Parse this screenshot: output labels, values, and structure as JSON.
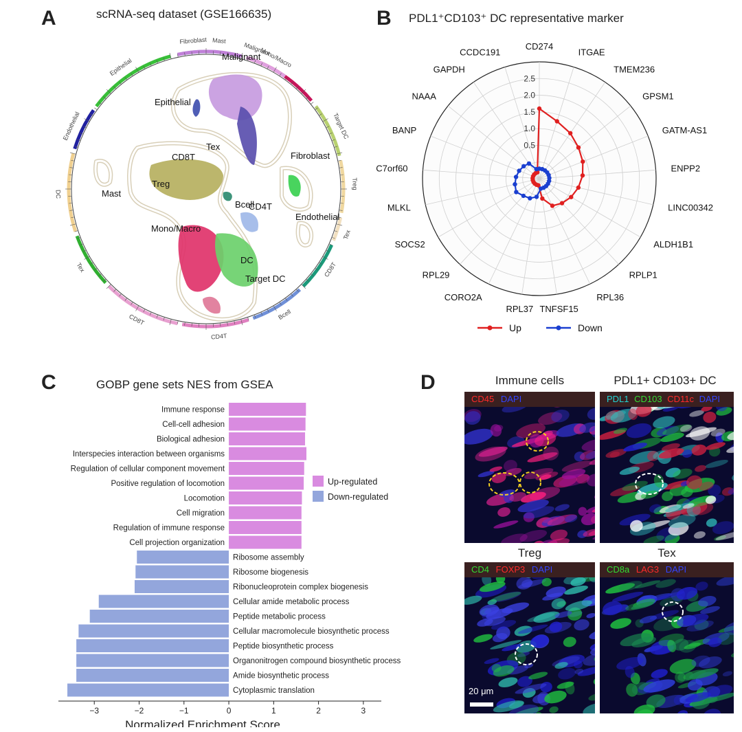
{
  "panels": {
    "a": "A",
    "b": "B",
    "c": "C",
    "d": "D"
  },
  "panel_a": {
    "title": "scRNA-seq dataset (GSE166635)",
    "ring_labels": [
      "Mast",
      "Mono/Macro",
      "Target DC",
      "Treg",
      "Tex",
      "CD8T",
      "Bcell",
      "CD4T",
      "CD8T",
      "Tex",
      "DC",
      "Endothelial",
      "Epithelial",
      "Fibroblast",
      "Malignant"
    ],
    "cluster_labels": [
      "Malignant",
      "Epithelial",
      "CD8T",
      "Tex",
      "Treg",
      "Mast",
      "Fibroblast",
      "Bcell",
      "CD4T",
      "Endothelial",
      "Mono/Macro",
      "DC",
      "Target DC"
    ]
  },
  "panel_b": {
    "title": "PDL1⁺CD103⁺ DC representative marker"
  },
  "panel_c": {
    "title": "GOBP gene sets NES from GSEA"
  },
  "panel_d": {
    "col_titles": [
      "Immune cells",
      "PDL1+ CD103+ DC"
    ],
    "row2_titles": [
      "Treg",
      "Tex"
    ],
    "bar1": [
      {
        "t": "CD45",
        "c": "#ff2a2a"
      },
      {
        "t": "DAPI",
        "c": "#3344ff"
      }
    ],
    "bar2": [
      {
        "t": "PDL1",
        "c": "#22d4d4"
      },
      {
        "t": "CD103",
        "c": "#33dd33"
      },
      {
        "t": "CD11c",
        "c": "#ff2a2a"
      },
      {
        "t": "DAPI",
        "c": "#3344ff"
      }
    ],
    "bar3": [
      {
        "t": "CD4",
        "c": "#33dd33"
      },
      {
        "t": "FOXP3",
        "c": "#ff2a2a"
      },
      {
        "t": "DAPI",
        "c": "#3344ff"
      }
    ],
    "bar4": [
      {
        "t": "CD8a",
        "c": "#33dd33"
      },
      {
        "t": "LAG3",
        "c": "#ff2a2a"
      },
      {
        "t": "DAPI",
        "c": "#3344ff"
      }
    ],
    "scale_bar": "20 μm"
  },
  "chart_data": [
    {
      "type": "radar",
      "title": "PDL1⁺CD103⁺ DC representative marker",
      "categories": [
        "CD274",
        "ITGAE",
        "TMEM236",
        "GPSM1",
        "GATM-AS1",
        "ENPP2",
        "LINC00342",
        "ALDH1B1",
        "RPLP1",
        "RPL36",
        "TNFSF15",
        "RPL37",
        "CORO2A",
        "RPL29",
        "SOCS2",
        "MLKL",
        "C7orf60",
        "BANP",
        "NAAA",
        "GAPDH",
        "CCDC191"
      ],
      "radial_ticks": [
        "0.5",
        "1.0",
        "1.5",
        "2.0",
        "2.5"
      ],
      "rlim": [
        -0.5,
        3.0
      ],
      "series": [
        {
          "name": "Up",
          "color": "#e02020",
          "values": [
            1.6,
            1.3,
            1.15,
            1.0,
            0.9,
            0.8,
            0.7,
            0.6,
            0.5,
            0.4,
            0.1,
            -0.3,
            -0.3,
            -0.3,
            -0.3,
            -0.3,
            -0.3,
            -0.3,
            -0.3,
            -0.3,
            -0.3
          ]
        },
        {
          "name": "Down",
          "color": "#1a3fd0",
          "values": [
            -0.2,
            -0.2,
            -0.2,
            -0.2,
            -0.2,
            -0.2,
            -0.2,
            -0.2,
            -0.2,
            -0.2,
            -0.2,
            0.05,
            0.15,
            0.2,
            0.3,
            0.25,
            0.2,
            0.15,
            0.1,
            0.05,
            -0.2
          ]
        }
      ],
      "legend": "bottom"
    },
    {
      "type": "bar",
      "orientation": "horizontal",
      "title": "GOBP gene sets NES from GSEA",
      "xlabel": "Normalized Enrichment Score",
      "xlim": [
        -3.8,
        3.4
      ],
      "xticks": [
        -3,
        -2,
        -1,
        0,
        1,
        2,
        3
      ],
      "categories": [
        "Immune response",
        "Cell-cell adhesion",
        "Biological adhesion",
        "Interspecies interaction between organisms",
        "Regulation of cellular component movement",
        "Positive regulation of locomotion",
        "Locomotion",
        "Cell migration",
        "Regulation of immune response",
        "Cell projection organization",
        "Ribosome assembly",
        "Ribosome biogenesis",
        "Ribonucleoprotein complex biogenesis",
        "Cellular amide metabolic process",
        "Peptide metabolic process",
        "Cellular macromolecule biosynthetic process",
        "Peptide biosynthetic process",
        "Organonitrogen compound biosynthetic process",
        "Amide biosynthetic process",
        "Cytoplasmic translation"
      ],
      "values": [
        1.72,
        1.71,
        1.7,
        1.73,
        1.68,
        1.67,
        1.63,
        1.62,
        1.62,
        1.62,
        -2.05,
        -2.08,
        -2.1,
        -2.9,
        -3.1,
        -3.35,
        -3.4,
        -3.4,
        -3.4,
        -3.6
      ],
      "legend": [
        {
          "name": "Up-regulated",
          "color": "#d98be0"
        },
        {
          "name": "Down-regulated",
          "color": "#93a6dc"
        }
      ],
      "legend_position": "right"
    }
  ]
}
